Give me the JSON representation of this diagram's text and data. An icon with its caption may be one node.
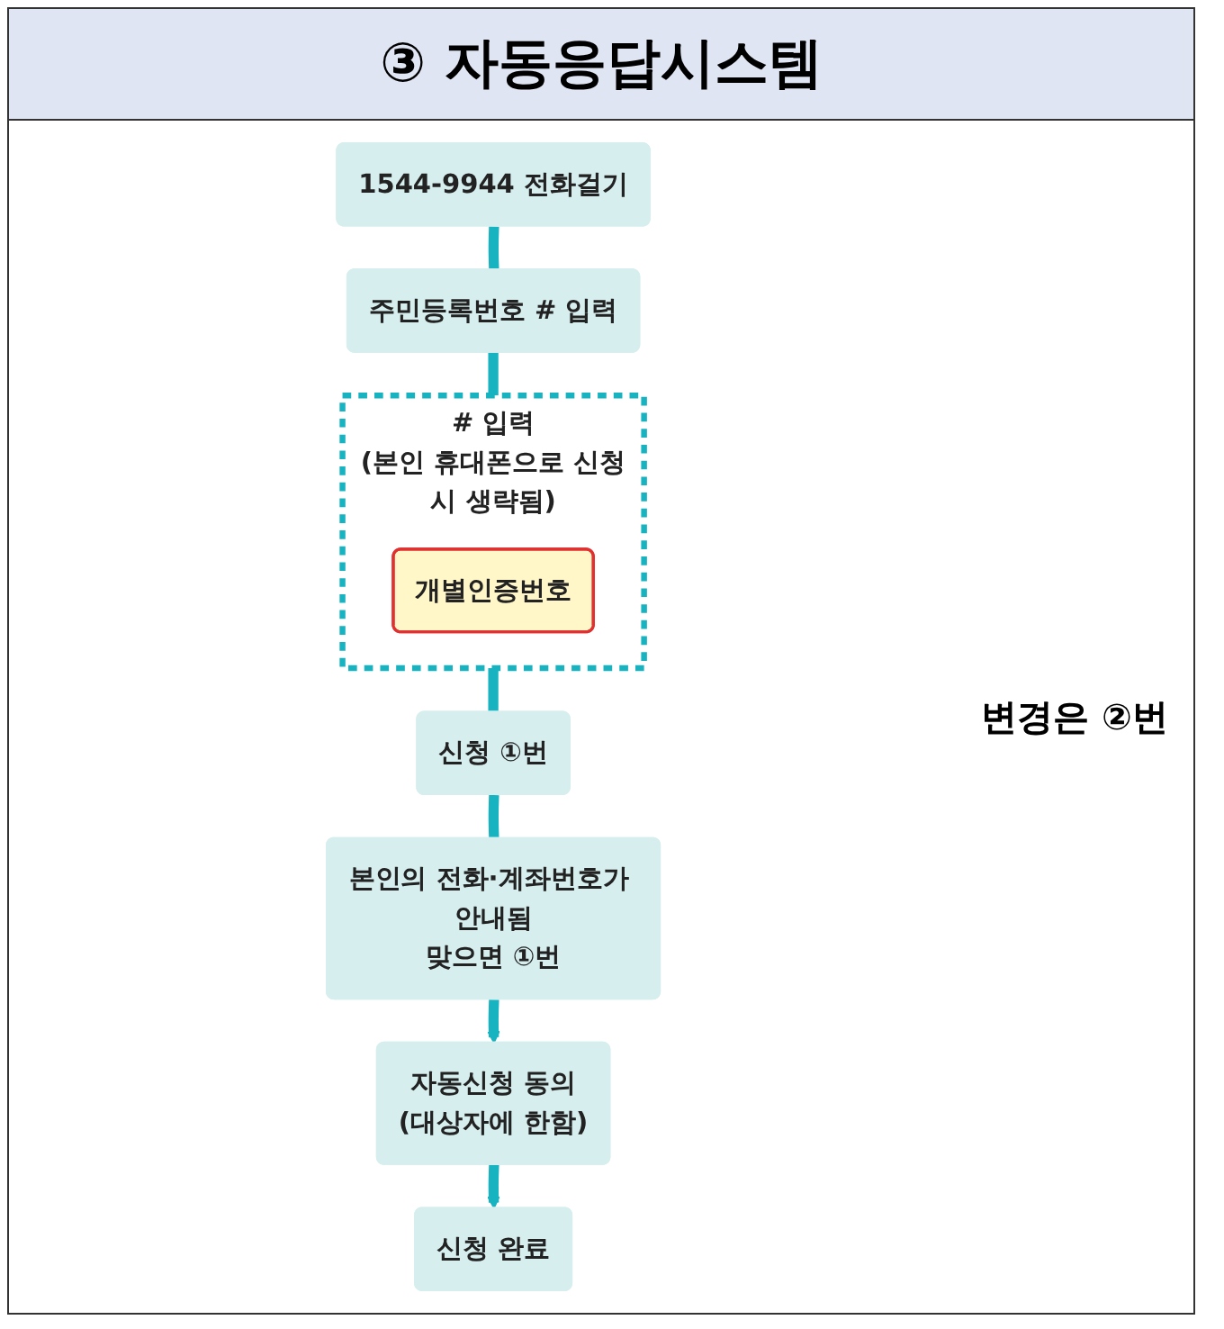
{
  "diagram": {
    "title": "③ 자동응답시스템",
    "nodes": [
      {
        "text": [
          "1544-9944 전화걸기"
        ]
      },
      {
        "text": [
          "주민등록번호 # 입력"
        ]
      },
      {
        "text": [
          "# 입력",
          "(본인 휴대폰으로 신청시 생략됨)"
        ]
      },
      {
        "text": [
          "개별인증번호"
        ],
        "in": 2
      },
      {
        "text": [
          "신청 ①번"
        ]
      },
      {
        "text": [
          "본인의 전화·계좌번호가 안내됨",
          "맞으면 ①번"
        ]
      },
      {
        "text": [
          "자동신청 동의",
          "(대상자에 한함)"
        ]
      },
      {
        "text": [
          "신청 완료"
        ]
      }
    ],
    "edges": [
      {
        "from": 0,
        "to": 1,
        "arrow": "none"
      },
      {
        "from": 1,
        "to": 2,
        "arrow": "none"
      },
      {
        "from": 2,
        "to": 4,
        "arrow": "none"
      },
      {
        "from": 4,
        "to": 5,
        "arrow": "none"
      },
      {
        "from": 5,
        "to": 6,
        "arrow": "to"
      },
      {
        "from": 6,
        "to": 7,
        "arrow": "to"
      }
    ],
    "labels": [
      "변경은 ②번"
    ]
  }
}
